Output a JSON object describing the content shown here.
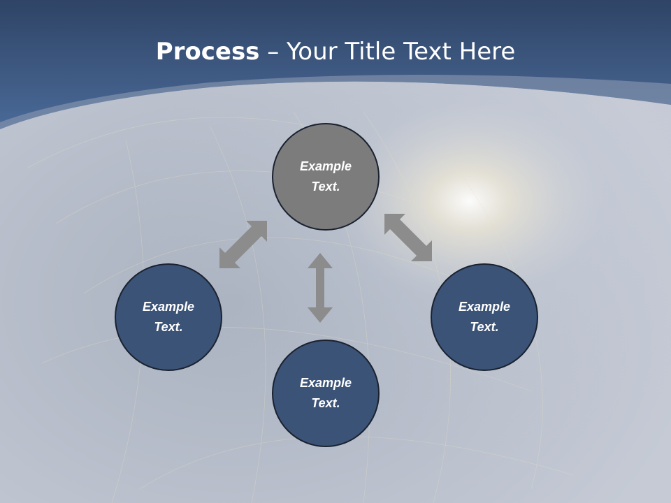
{
  "slide": {
    "title_bold": "Process",
    "title_rest": " – Your Title Text Here"
  },
  "nodes": [
    {
      "id": "top",
      "text": "Example Text."
    },
    {
      "id": "left",
      "text": "Example Text."
    },
    {
      "id": "bottom",
      "text": "Example Text."
    },
    {
      "id": "right",
      "text": "Example Text."
    }
  ],
  "colors": {
    "header": "#3f5f8e",
    "top_node": "#7c7c7c",
    "node": "#3b5377",
    "arrow": "#8c8c8c"
  }
}
